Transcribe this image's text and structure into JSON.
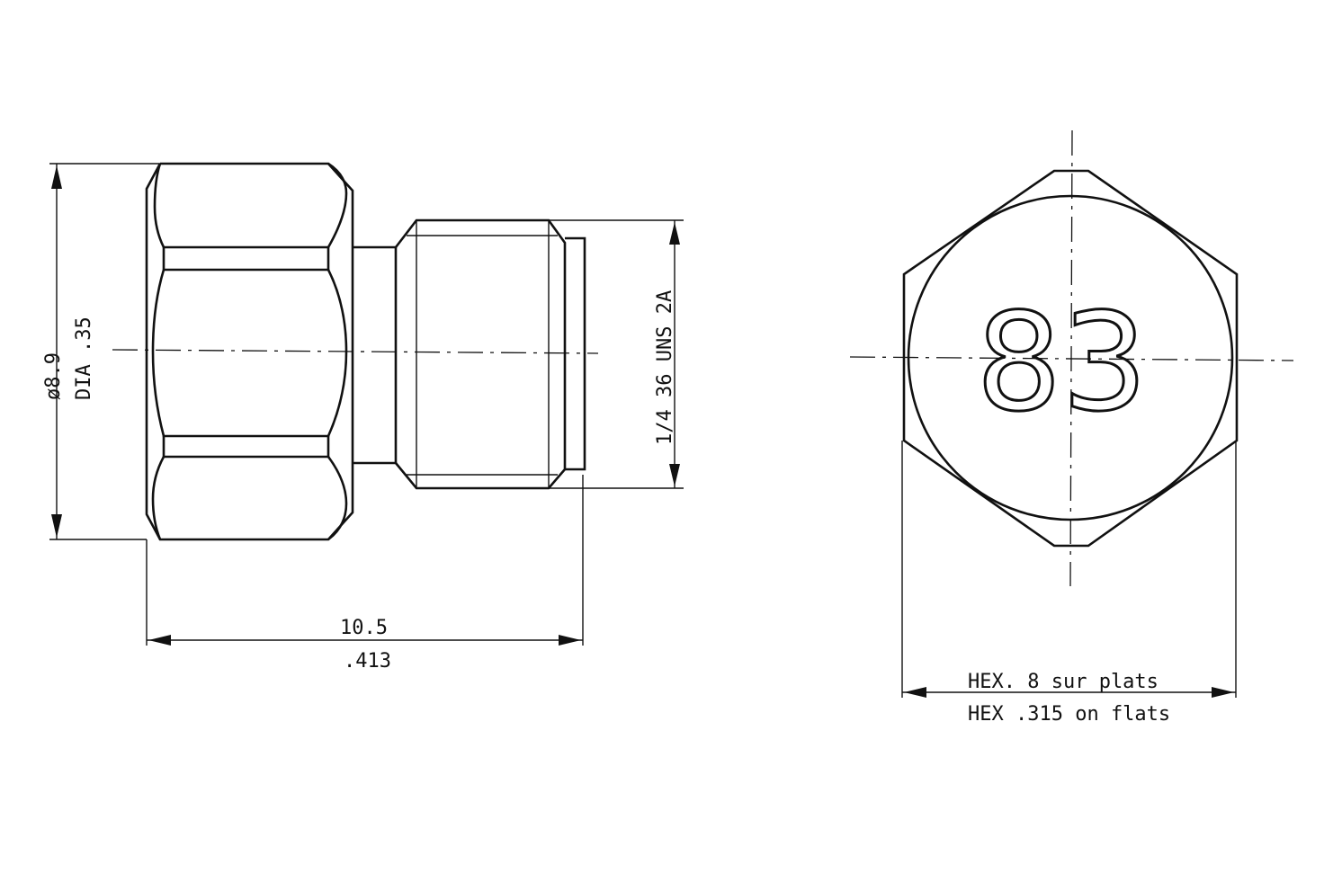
{
  "drawing": {
    "side_view": {
      "diameter_metric": "ø8.9",
      "diameter_inch": "DIA .35",
      "thread_spec": "1/4 36 UNS 2A",
      "length_metric": "10.5",
      "length_inch": ".413"
    },
    "end_view": {
      "marking": "83",
      "hex_metric": "HEX. 8 sur plats",
      "hex_inch": "HEX .315 on flats"
    }
  }
}
